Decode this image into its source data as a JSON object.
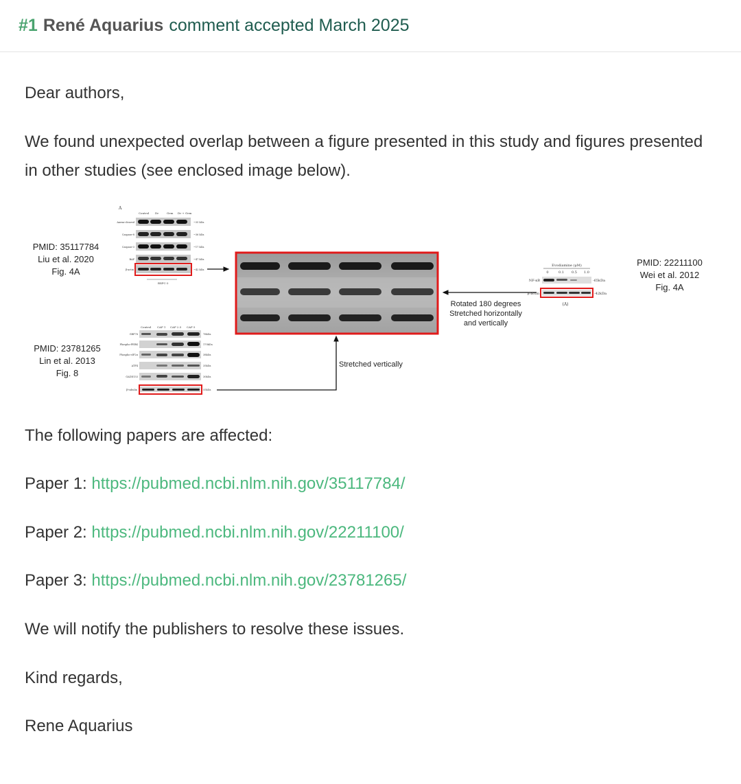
{
  "header": {
    "number": "#1",
    "author": "René Aquarius",
    "status": "comment accepted March 2025"
  },
  "comment": {
    "greeting": "Dear authors,",
    "intro": "We found unexpected overlap between a figure presented in this study and figures presented in other studies (see enclosed image below).",
    "affected_intro": "The following papers are affected:",
    "papers": [
      {
        "label": "Paper 1:",
        "url": "https://pubmed.ncbi.nlm.nih.gov/35117784/"
      },
      {
        "label": "Paper 2:",
        "url": "https://pubmed.ncbi.nlm.nih.gov/22211100/"
      },
      {
        "label": "Paper 3:",
        "url": "https://pubmed.ncbi.nlm.nih.gov/23781265/"
      }
    ],
    "notify": "We will notify the publishers to resolve these issues.",
    "closing": "Kind regards,",
    "signature": "Rene Aquarius"
  },
  "figure": {
    "source1": {
      "pmid": "PMID: 35117784",
      "cite": "Liu et al. 2020",
      "fig": "Fig. 4A"
    },
    "source2": {
      "pmid": "PMID: 23781265",
      "cite": "Lin et al. 2013",
      "fig": "Fig. 8"
    },
    "source3": {
      "pmid": "PMID: 22211100",
      "cite": "Wei et al. 2012",
      "fig": "Fig. 4A"
    },
    "note_rotated": [
      "Rotated 180 degrees",
      "Stretched horizontally",
      "and vertically"
    ],
    "note_stretched": "Stretched vertically",
    "panel_a": {
      "letter": "A",
      "columns": [
        "Control",
        "Dr",
        "Gem",
        "Dr + Gem"
      ],
      "rows": [
        "Anexa-cleaved",
        "Caspase-8",
        "Caspase-3",
        "BAP",
        "β-actin"
      ],
      "sizes": [
        "~35 kDa",
        "~36 kDa",
        "~17 kDa",
        "~47 kDa",
        "~42 kDa"
      ],
      "cell_line": "BXPC-3"
    },
    "panel_b": {
      "columns": [
        "Control",
        "CAP 1",
        "CAP 2.5",
        "CAP 5"
      ],
      "rows": [
        "GRP78",
        "Phospho-PERK",
        "Phospho-eIF2α",
        "ATF4",
        "GADD153",
        "β-tubulin"
      ],
      "sizes": [
        "78kDa",
        "170kDa",
        "38kDa",
        "35kDa",
        "30kDa",
        "55kDa"
      ]
    },
    "panel_c": {
      "title": "Evodiamine (μM)",
      "doses": [
        "0",
        "0.1",
        "0.5",
        "1.0"
      ],
      "rows": [
        "NF-κB",
        "β-actin"
      ],
      "sizes": [
        "-65kDa",
        "-42kDa"
      ],
      "caption": "(A)"
    }
  }
}
